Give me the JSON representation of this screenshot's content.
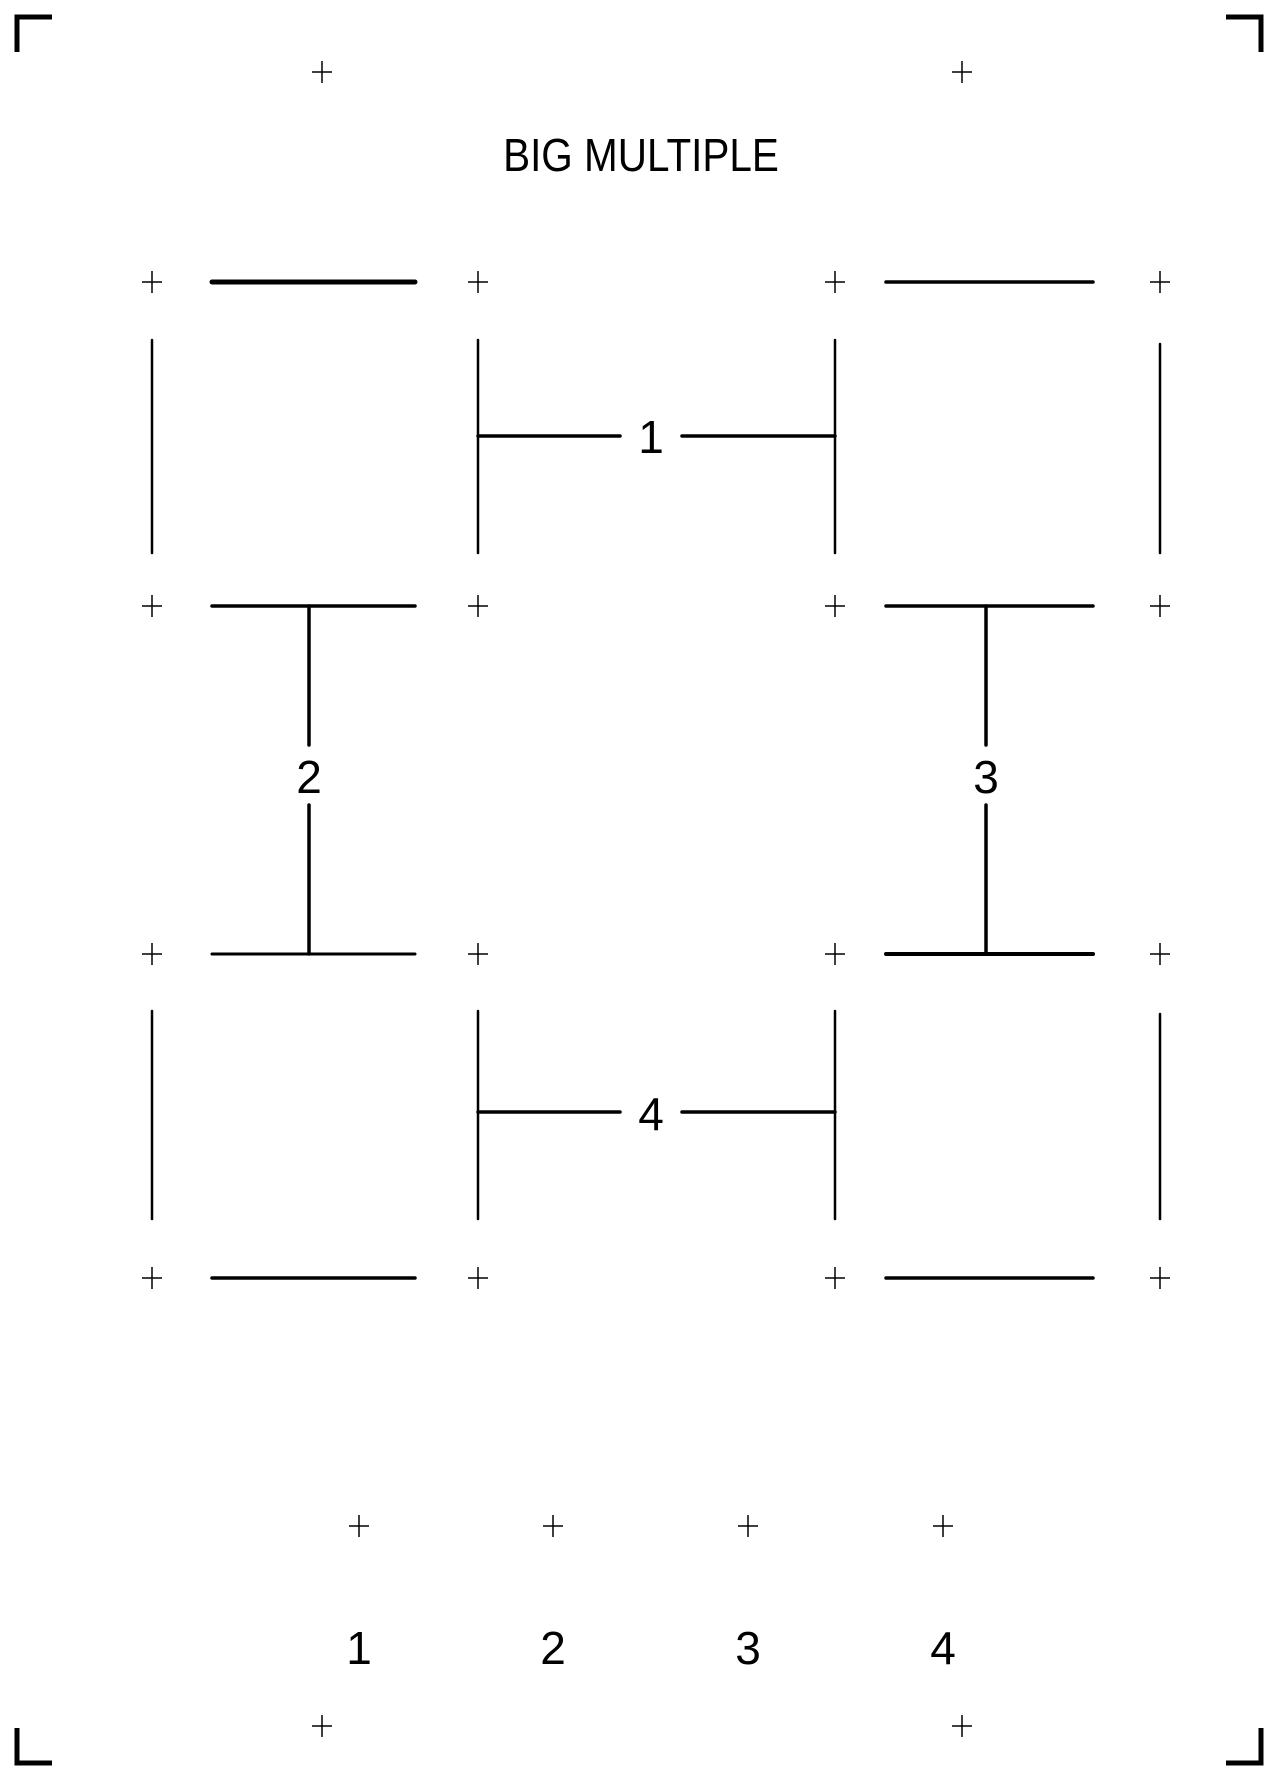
{
  "title": "BIG MULTIPLE",
  "connector_labels": [
    "1",
    "2",
    "3",
    "4"
  ],
  "bottom_labels": [
    "1",
    "2",
    "3",
    "4"
  ],
  "colors": {
    "ink": "#000000",
    "background": "#ffffff"
  }
}
